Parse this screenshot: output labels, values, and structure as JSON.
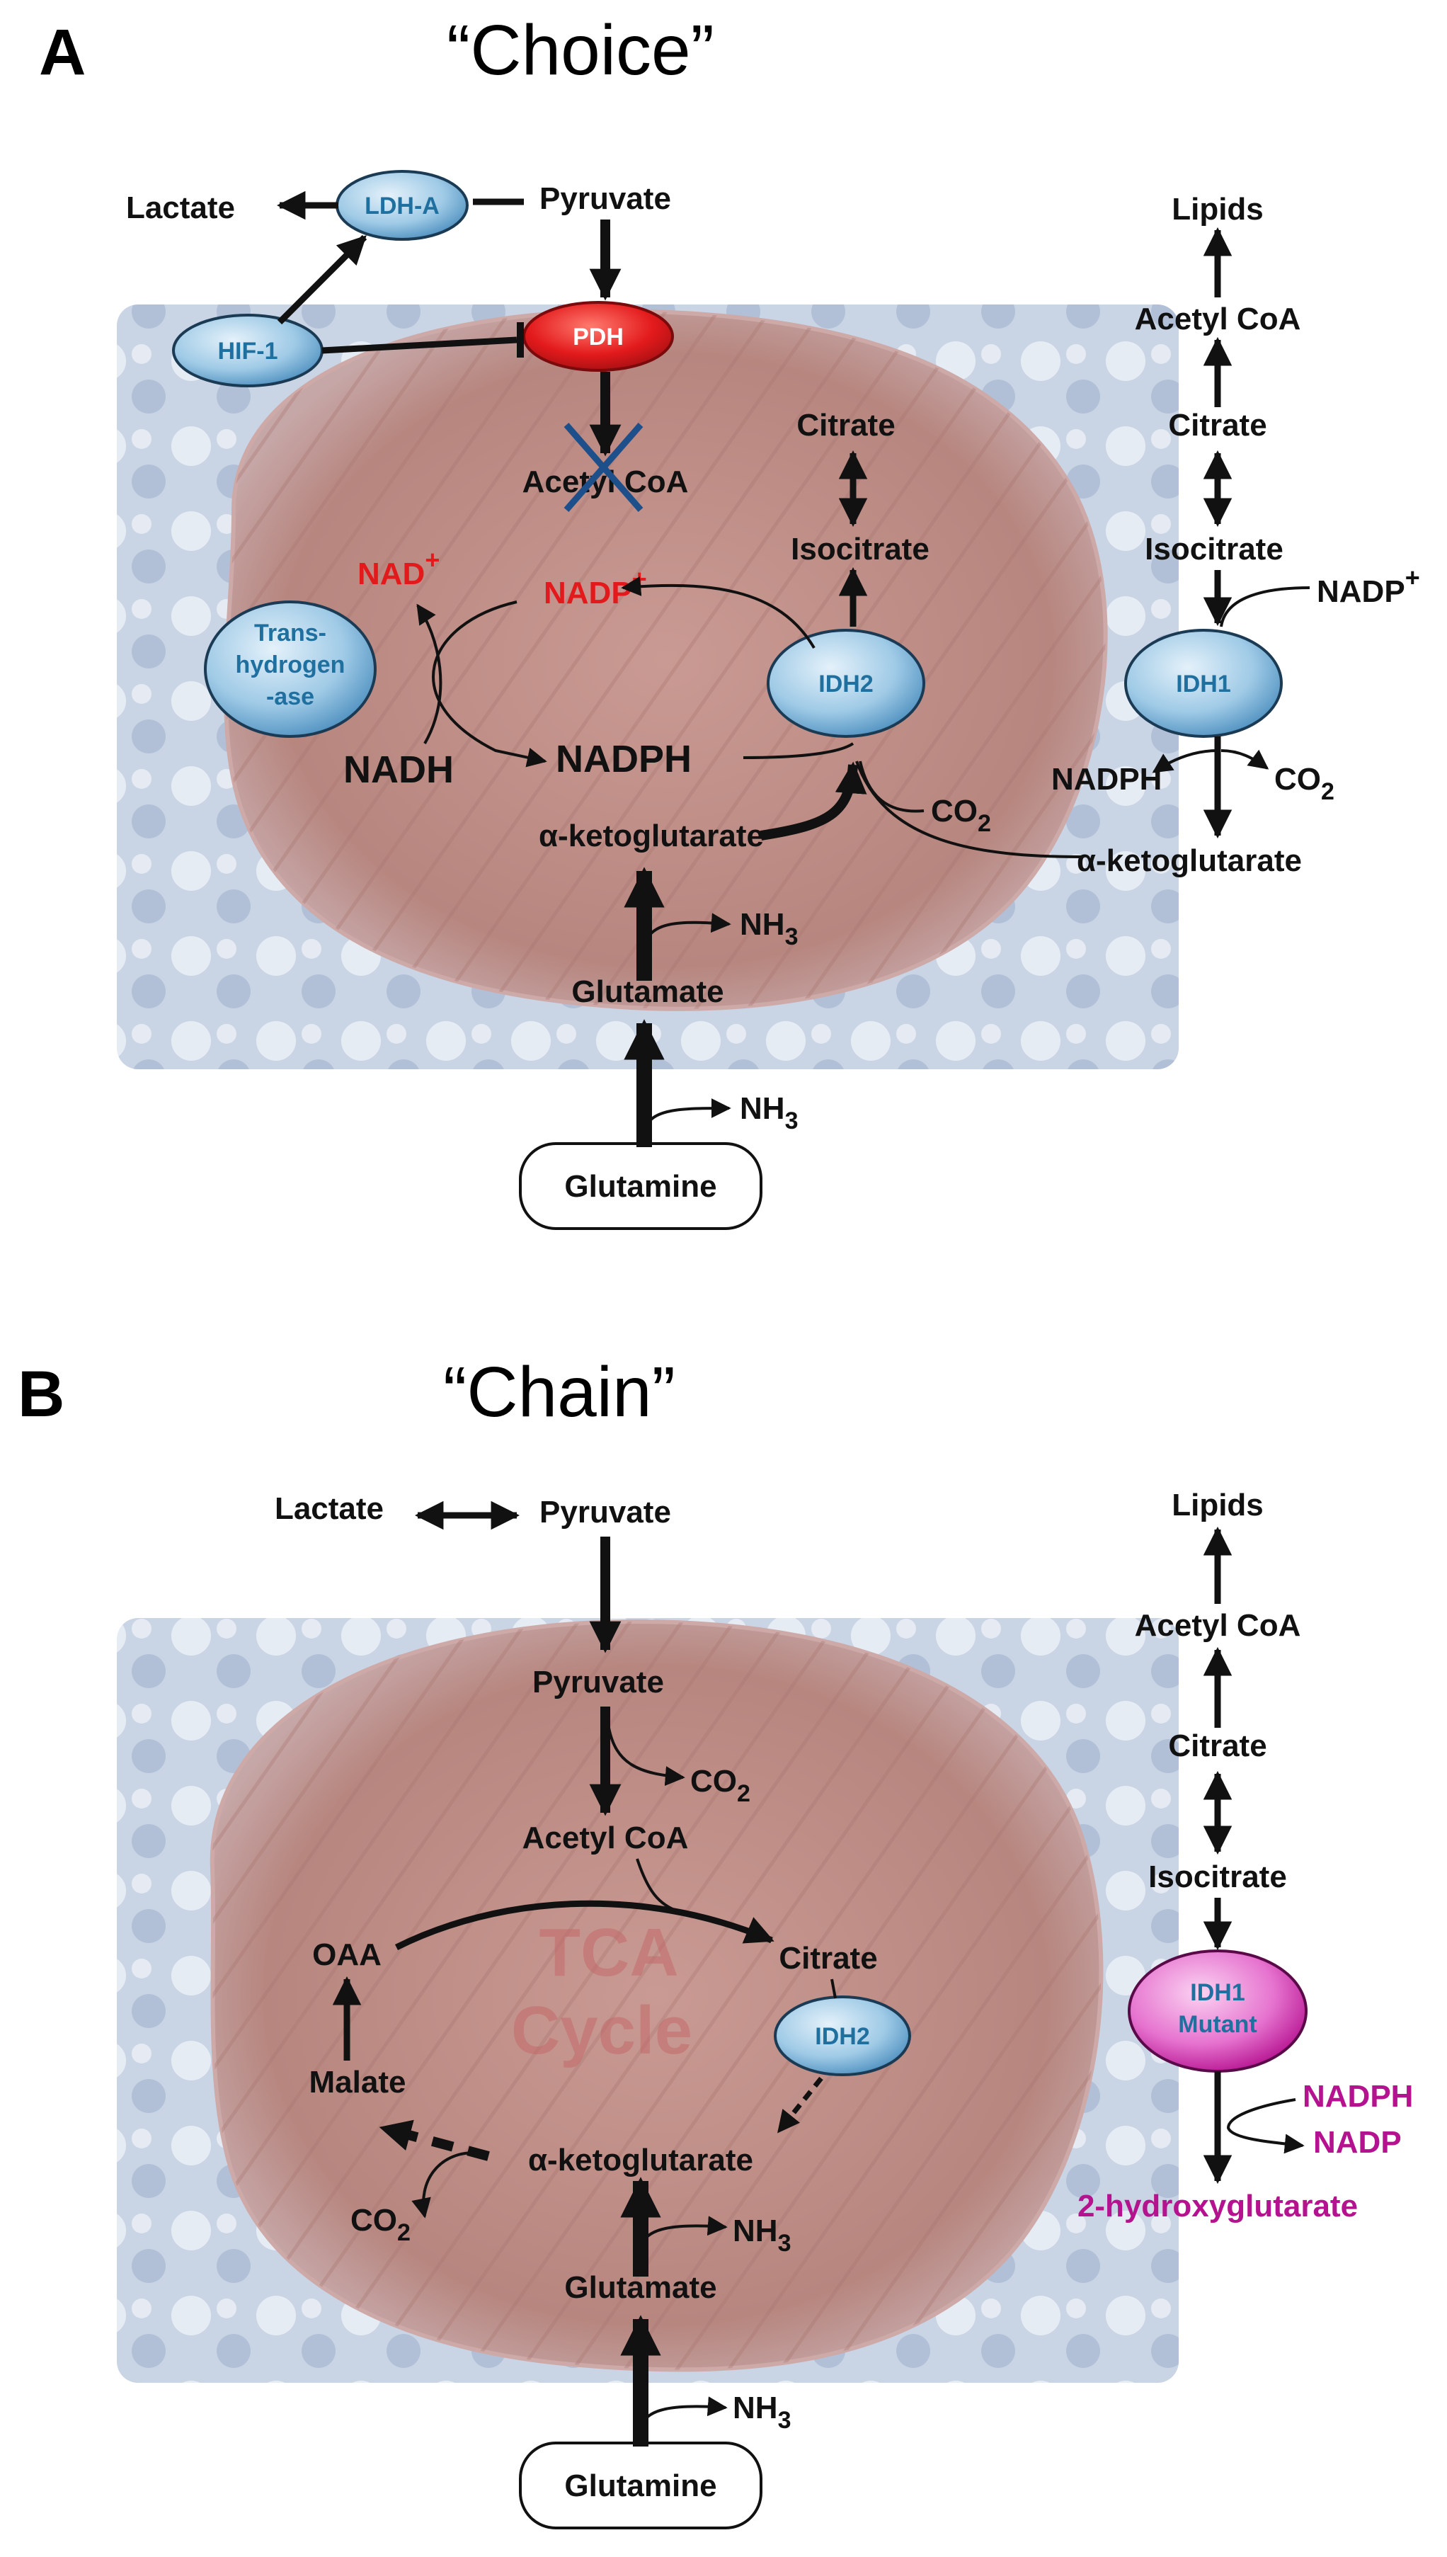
{
  "panel_a": {
    "letter": "A",
    "title": "“Choice”",
    "lactate": "Lactate",
    "ldh_a": "LDH-A",
    "pyruvate": "Pyruvate",
    "hif1": "HIF-1",
    "pdh": "PDH",
    "acetyl_coa_mito": "Acetyl CoA",
    "citrate_mito": "Citrate",
    "isocitrate_mito": "Isocitrate",
    "nad": "NAD",
    "nad_sup": "+",
    "nadp": "NADP",
    "nadp_sup": "+",
    "transhydrogenase": [
      "Trans-",
      "hydrogen",
      "-ase"
    ],
    "idh2": "IDH2",
    "nadh": "NADH",
    "nadph": "NADPH",
    "co2": "CO",
    "co2_sub": "2",
    "akg_mito": "α-ketoglutarate",
    "nh3": "NH",
    "nh3_sub": "3",
    "glutamate": "Glutamate",
    "nh3_b": "NH",
    "nh3_b_sub": "3",
    "glutamine": "Glutamine",
    "lipids": "Lipids",
    "acetyl_coa_cyto": "Acetyl CoA",
    "citrate_cyto": "Citrate",
    "isocitrate_cyto": "Isocitrate",
    "nadp_cyto": "NADP",
    "nadp_cyto_sup": "+",
    "idh1": "IDH1",
    "nadph_cyto": "NADPH",
    "co2_cyto": "CO",
    "co2_cyto_sub": "2",
    "akg_cyto": "α-ketoglutarate"
  },
  "panel_b": {
    "letter": "B",
    "title": "“Chain”",
    "lactate": "Lactate",
    "pyruvate": "Pyruvate",
    "pyruvate_mito": "Pyruvate",
    "co2_top": "CO",
    "co2_top_sub": "2",
    "acetyl_coa": "Acetyl CoA",
    "tca_1": "TCA",
    "tca_2": "Cycle",
    "oaa": "OAA",
    "citrate": "Citrate",
    "idh2": "IDH2",
    "malate": "Malate",
    "akg": "α-ketoglutarate",
    "co2_bottom": "CO",
    "co2_bottom_sub": "2",
    "nh3": "NH",
    "nh3_sub": "3",
    "glutamate": "Glutamate",
    "nh3_b": "NH",
    "nh3_b_sub": "3",
    "glutamine": "Glutamine",
    "lipids": "Lipids",
    "acetyl_coa_cyto": "Acetyl CoA",
    "citrate_cyto": "Citrate",
    "isocitrate_cyto": "Isocitrate",
    "idh1_mutant": [
      "IDH1",
      "Mutant"
    ],
    "nadph": "NADPH",
    "nadp": "NADP",
    "hydroxyglutarate": "2-hydroxyglutarate"
  },
  "colors": {
    "enzyme_blue": "#a9cfe8",
    "enzyme_text": "#1f6f9f",
    "pdh_red": "#e31a1c",
    "mutant_magenta": "#e673cf",
    "mutant_text": "#b5128f",
    "cofactor_red": "#e31a1c",
    "mitochondrion": "#b98b86",
    "background_blue": "#9fb3cd"
  }
}
